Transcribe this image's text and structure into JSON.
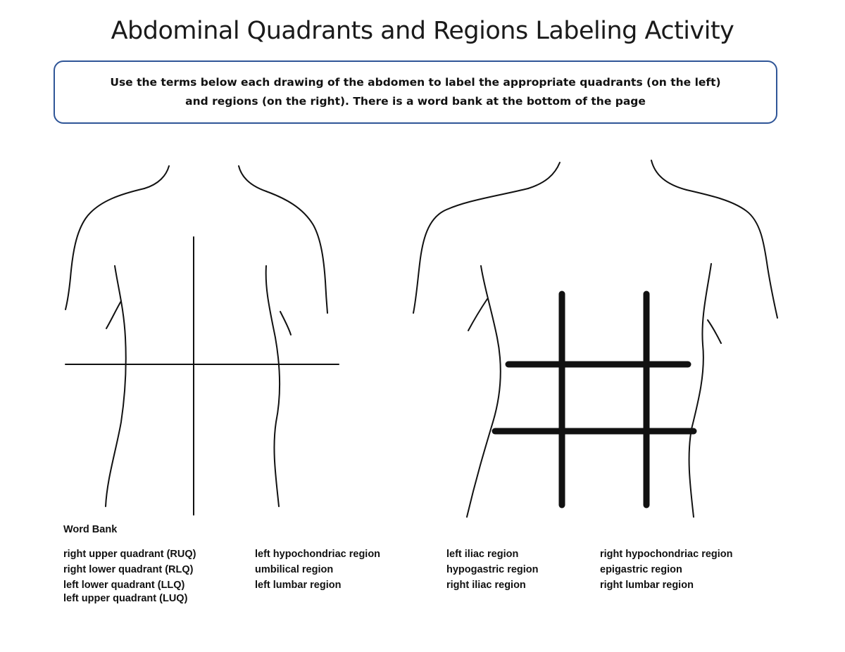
{
  "title": "Abdominal Quadrants and Regions Labeling Activity",
  "instructions": "Use the terms below each drawing of the abdomen to label the appropriate quadrants (on the left) and regions (on the right). There is a word bank at the bottom of the page",
  "colors": {
    "box_border": "#2f5597",
    "line": "#111111"
  },
  "word_bank": {
    "heading": "Word Bank",
    "columns": [
      [
        "right upper quadrant (RUQ)",
        "right lower quadrant (RLQ)",
        "left lower quadrant (LLQ)",
        "left upper quadrant (LUQ)"
      ],
      [
        "left hypochondriac region",
        "umbilical region",
        "left lumbar region"
      ],
      [
        "left iliac region",
        "hypogastric region",
        "right iliac region"
      ],
      [
        "right hypochondriac region",
        "epigastric region",
        "right lumbar region"
      ]
    ]
  }
}
